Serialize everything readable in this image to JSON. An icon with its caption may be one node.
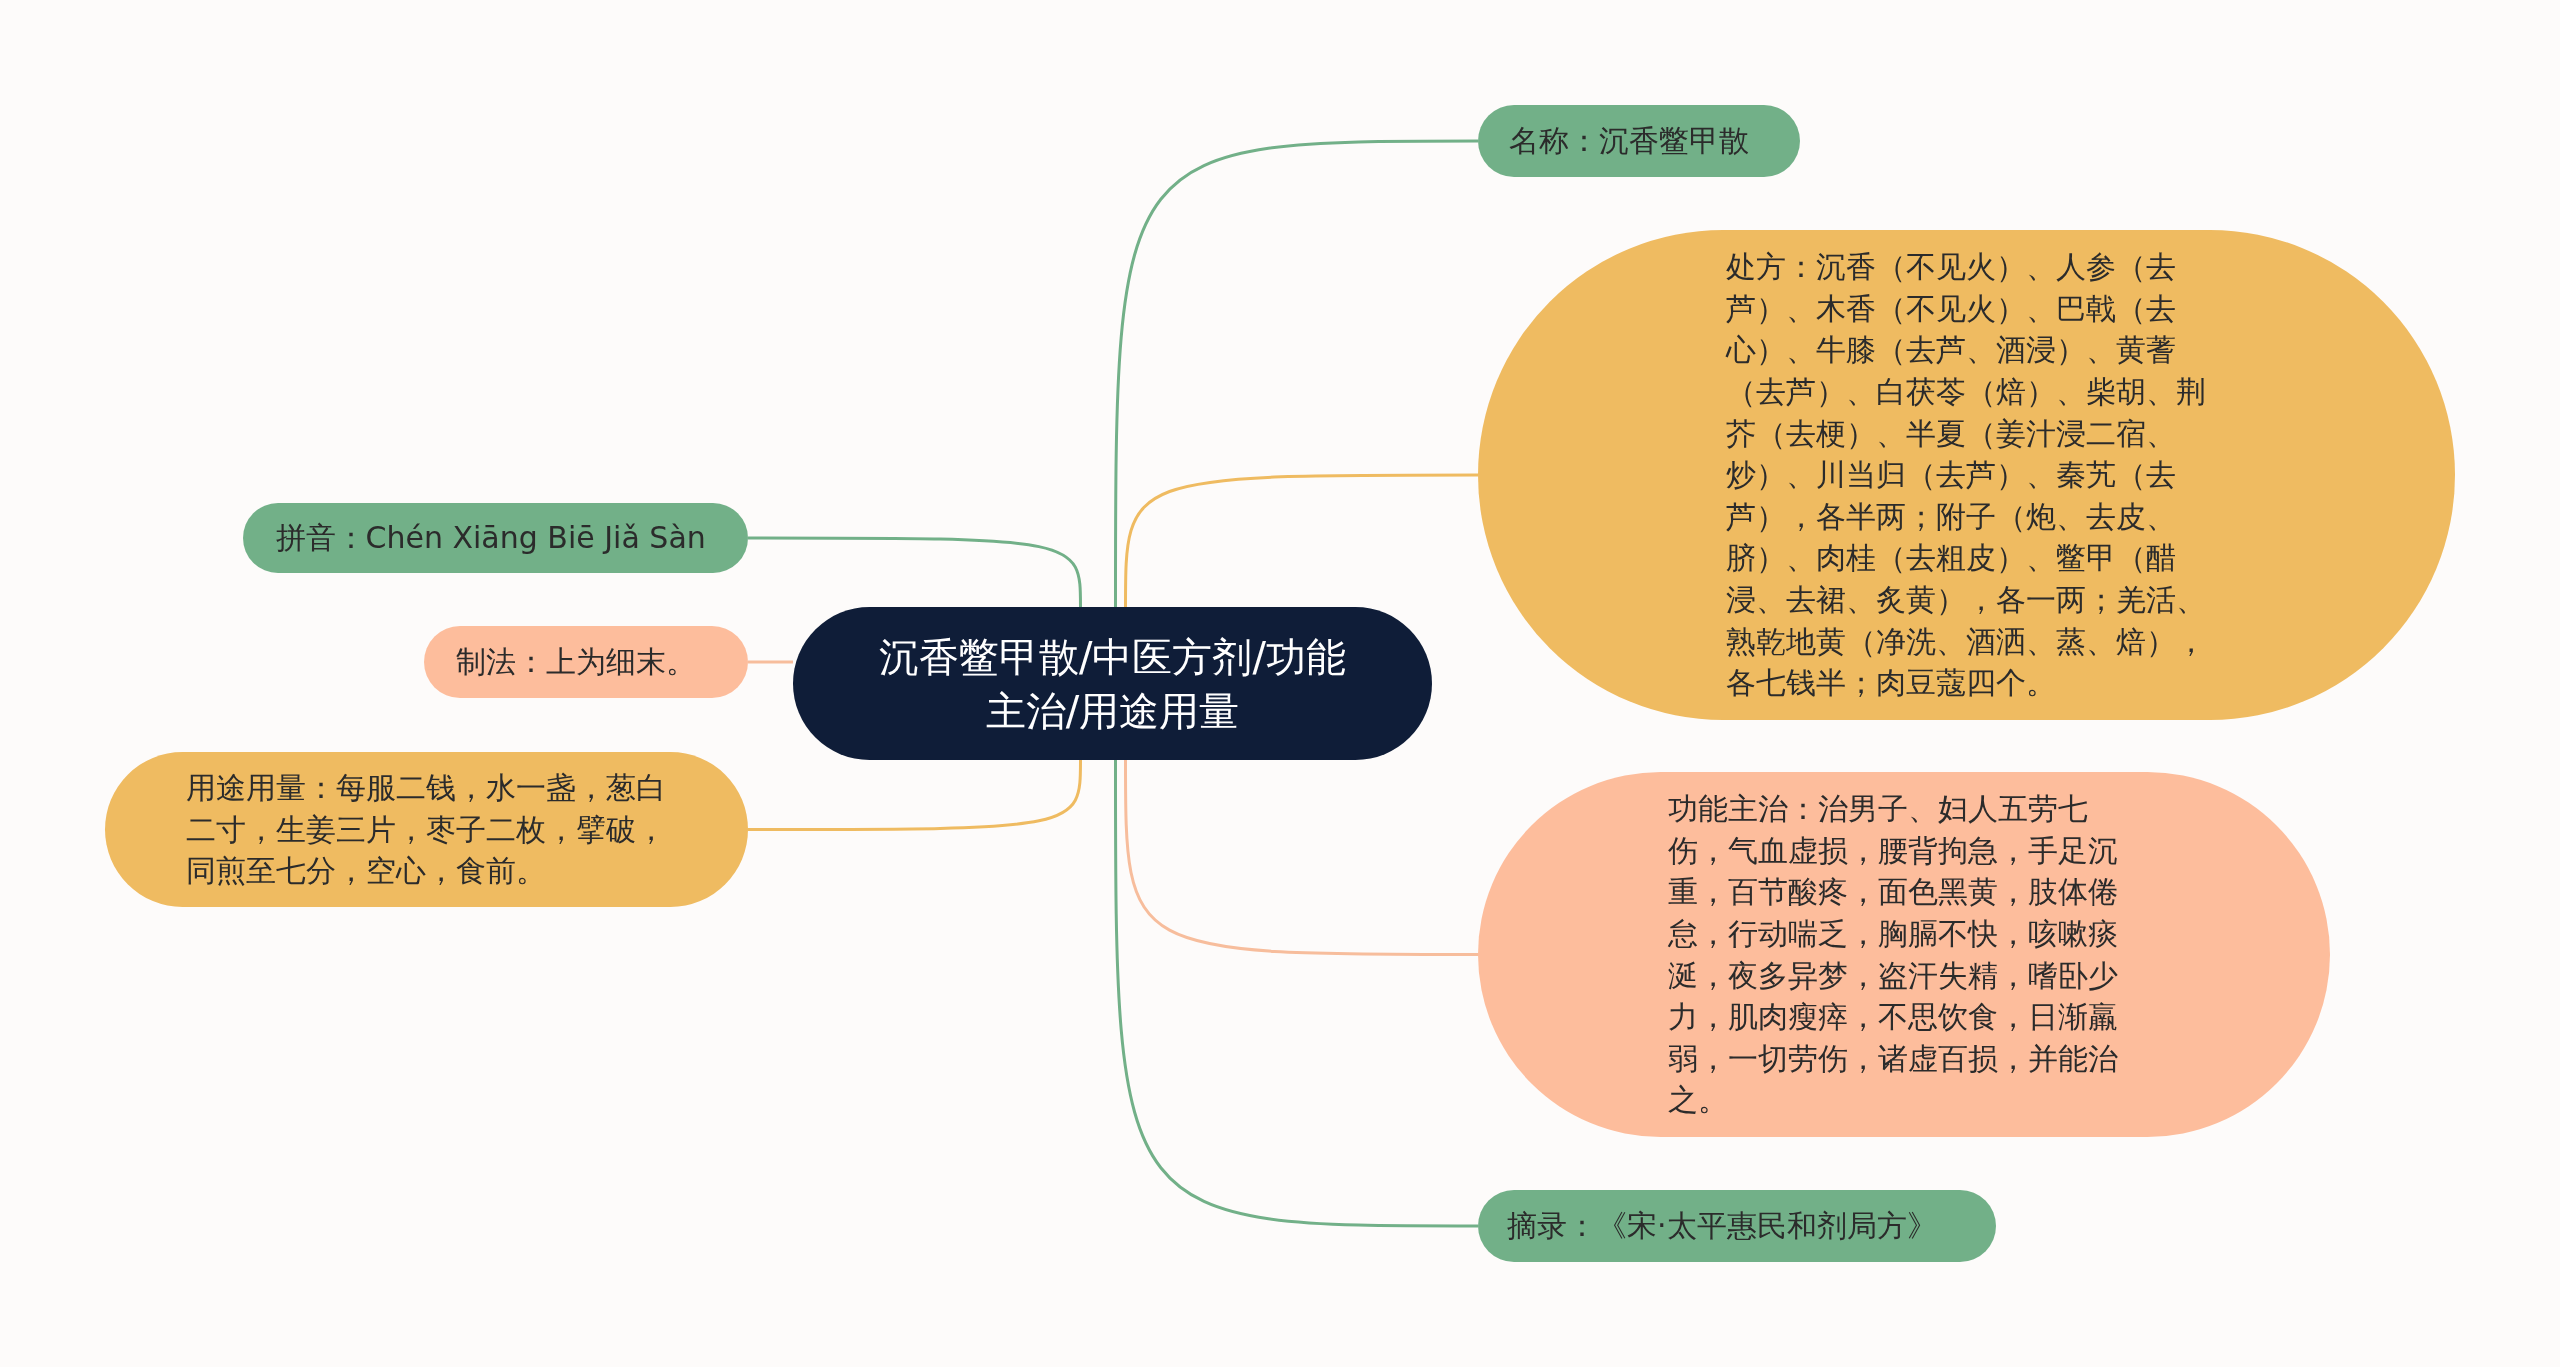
{
  "diagram": {
    "nodes": [
      {
        "text": [
          "沉香鳖甲散/中医方剂/功能主治/用途用量"
        ]
      },
      {
        "text": [
          "名称：沉香鳖甲散"
        ]
      },
      {
        "text": [
          "处方：沉香（不见火）、人参（去芦）、木香（不见火）、巴戟（去心）、牛膝（去芦、酒浸）、黄蓍（去芦）、白茯苓（焙）、柴胡、荆芥（去梗）、半夏（姜汁浸二宿、炒）、川当归（去芦）、秦艽（去芦），各半两；附子（炮、去皮、脐）、肉桂（去粗皮）、鳖甲（醋浸、去裙、炙黄），各一两；羌活、熟乾地黄（净洗、酒洒、蒸、焙），各七钱半；肉豆蔻四个。"
        ]
      },
      {
        "text": [
          "功能主治：治男子、妇人五劳七伤，气血虚损，腰背拘急，手足沉重，百节酸疼，面色黑黄，肢体倦怠，行动喘乏，胸膈不快，咳嗽痰涎，夜多异梦，盗汗失精，嗜卧少力，肌肉瘦瘁，不思饮食，日渐羸弱，一切劳伤，诸虚百损，并能治之。"
        ]
      },
      {
        "text": [
          "摘录：《宋·太平惠民和剂局方》"
        ]
      },
      {
        "text": [
          "拼音：Chén Xiāng Biē Jiǎ Sàn"
        ]
      },
      {
        "text": [
          "制法：上为细末。"
        ]
      },
      {
        "text": [
          "用途用量：每服二钱，水一盏，葱白二寸，生姜三片，枣子二枚，擘破，同煎至七分，空心，食前。"
        ]
      }
    ],
    "edges": [
      {
        "from": 0,
        "to": 1,
        "arrow": "none",
        "color": "#72b088"
      },
      {
        "from": 0,
        "to": 2,
        "arrow": "none",
        "color": "#efbb61"
      },
      {
        "from": 0,
        "to": 3,
        "arrow": "none",
        "color": "#f7bd9c"
      },
      {
        "from": 0,
        "to": 4,
        "arrow": "none",
        "color": "#72b088"
      },
      {
        "from": 0,
        "to": 5,
        "arrow": "none",
        "color": "#72b088"
      },
      {
        "from": 0,
        "to": 6,
        "arrow": "none",
        "color": "#f7bd9c"
      },
      {
        "from": 0,
        "to": 7,
        "arrow": "none",
        "color": "#efbb61"
      }
    ]
  }
}
